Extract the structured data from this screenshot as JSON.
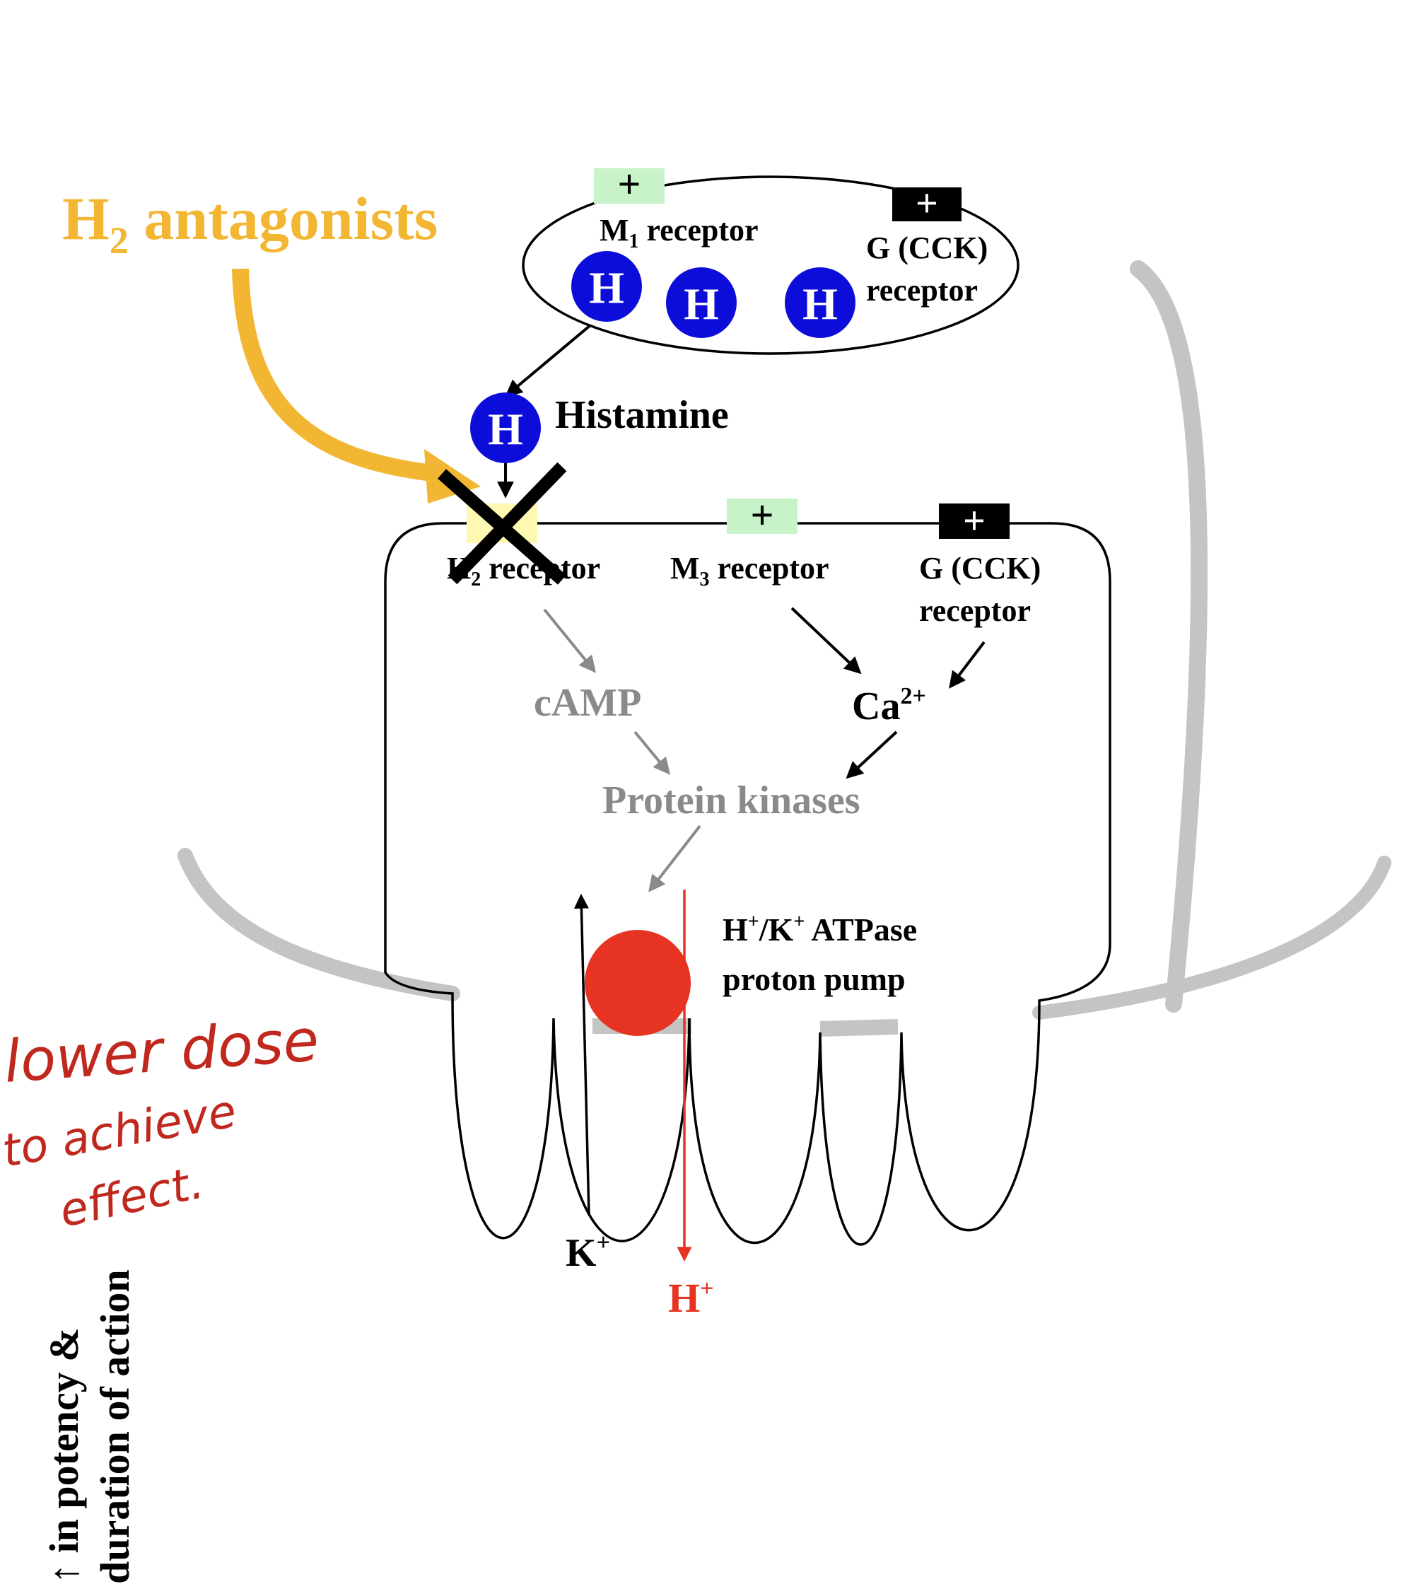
{
  "drug": {
    "main": "H",
    "sub": "2",
    "rest": " antagonists",
    "color": "#f2b632"
  },
  "top_cell": {
    "m1": {
      "main": "M",
      "sub": "1",
      "rest": " receptor"
    },
    "gcck": {
      "line1": "G (CCK)",
      "line2": "receptor"
    },
    "plus_sign": "+",
    "h_letter": "H"
  },
  "histamine": {
    "label": "Histamine",
    "h_letter": "H"
  },
  "parietal_cell": {
    "h2": {
      "main": "H",
      "sub": "2",
      "rest": " receptor"
    },
    "m3": {
      "main": "M",
      "sub": "3",
      "rest": " receptor"
    },
    "gcck": {
      "line1": "G (CCK)",
      "line2": "receptor"
    },
    "camp": "cAMP",
    "ca": {
      "main": "Ca",
      "sup": "2+"
    },
    "kinases": "Protein kinases",
    "pump": {
      "line1_a": "H",
      "line1_sup_a": "+",
      "line1_b": "/K",
      "line1_sup_b": "+",
      "line1_c": " ATPase",
      "line2": "proton pump"
    },
    "k_ion": {
      "main": "K",
      "sup": "+"
    },
    "h_ion": {
      "main": "H",
      "sup": "+",
      "color": "#e63322"
    }
  },
  "side_note": {
    "arrow": "↑",
    "line1": " in potency &",
    "line2": "duration of action"
  },
  "handwriting": {
    "line1": "lower dose",
    "line2": "to achieve",
    "line3": "effect.",
    "color": "#c0281e"
  },
  "colors": {
    "histamine_blue": "#0d0dd9",
    "green_box": "#c8f2c8",
    "yellow_box": "#fff8b0",
    "grey_pathway": "#8a8a8a",
    "grey_tissue": "#c4c4c4",
    "pump_red": "#e63322"
  }
}
